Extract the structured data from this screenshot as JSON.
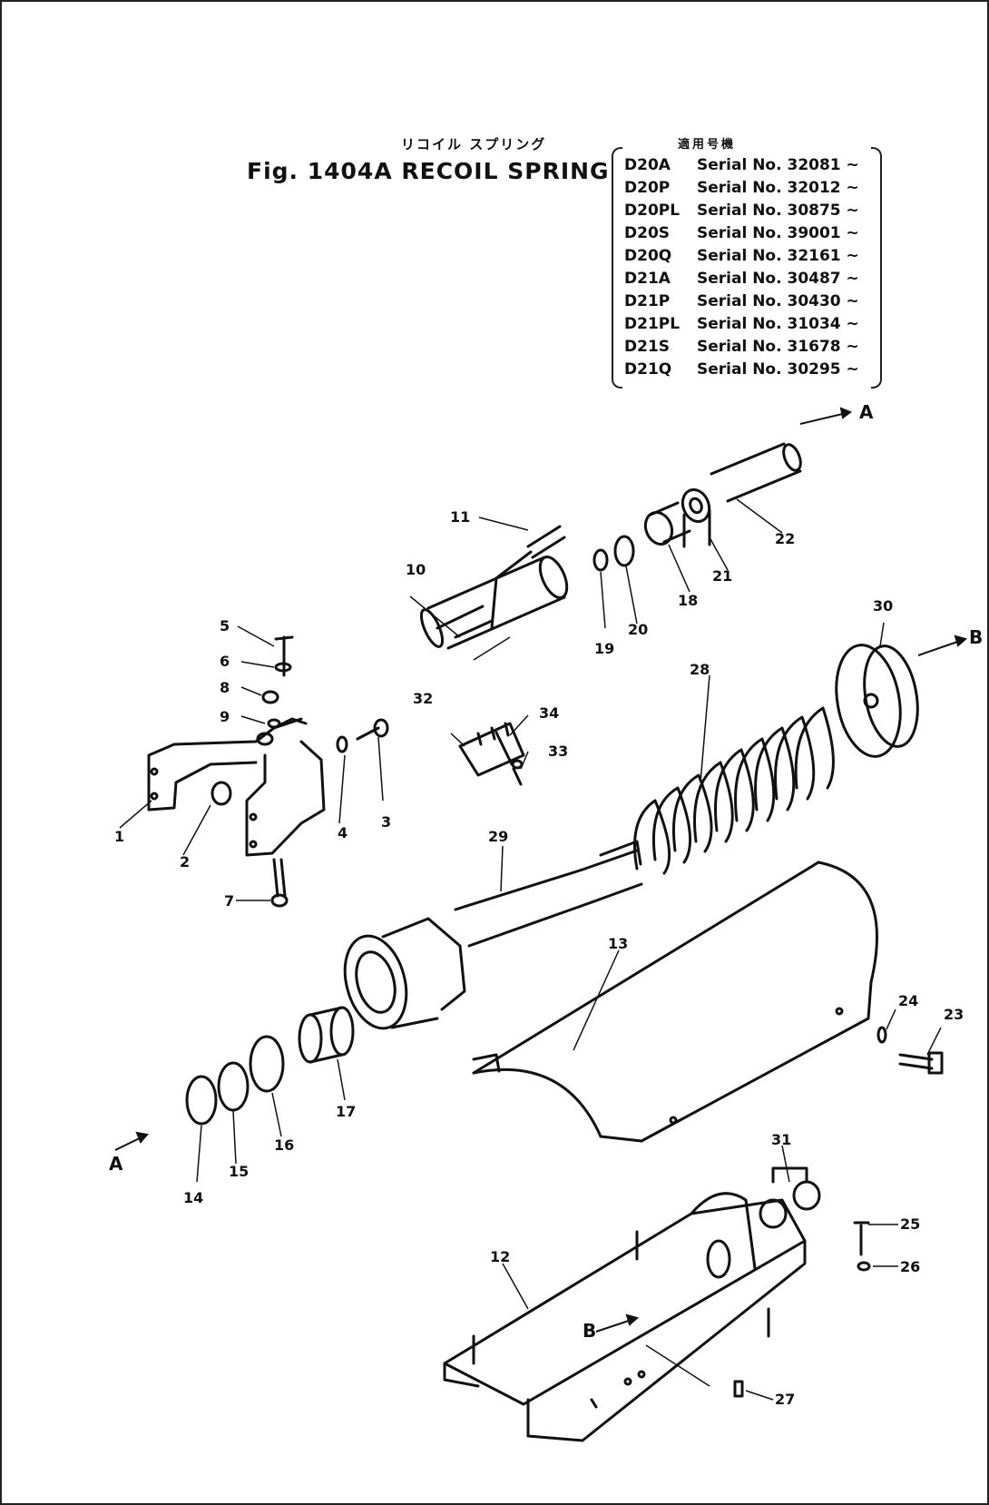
{
  "title_jp": "リコイル スプリング",
  "figure_title": "Fig. 1404A  RECOIL SPRING",
  "applicability_header": "適用号機",
  "applicability": [
    {
      "model": "D20A",
      "serial": "Serial No. 32081 ~"
    },
    {
      "model": "D20P",
      "serial": "Serial No. 32012 ~"
    },
    {
      "model": "D20PL",
      "serial": "Serial No. 30875 ~"
    },
    {
      "model": "D20S",
      "serial": "Serial No. 39001 ~"
    },
    {
      "model": "D20Q",
      "serial": "Serial No. 32161 ~"
    },
    {
      "model": "D21A",
      "serial": "Serial No. 30487 ~"
    },
    {
      "model": "D21P",
      "serial": "Serial No. 30430 ~"
    },
    {
      "model": "D21PL",
      "serial": "Serial No. 31034 ~"
    },
    {
      "model": "D21S",
      "serial": "Serial No. 31678 ~"
    },
    {
      "model": "D21Q",
      "serial": "Serial No. 30295 ~"
    }
  ],
  "callouts": {
    "p1": "1",
    "p2": "2",
    "p3": "3",
    "p4": "4",
    "p5": "5",
    "p6": "6",
    "p7": "7",
    "p8": "8",
    "p9": "9",
    "p10": "10",
    "p11": "11",
    "p12": "12",
    "p13": "13",
    "p14": "14",
    "p15": "15",
    "p16": "16",
    "p17": "17",
    "p18": "18",
    "p19": "19",
    "p20": "20",
    "p21": "21",
    "p22": "22",
    "p23": "23",
    "p24": "24",
    "p25": "25",
    "p26": "26",
    "p27": "27",
    "p28": "28",
    "p29": "29",
    "p30": "30",
    "p31": "31",
    "p32": "32",
    "p33": "33",
    "p34": "34"
  },
  "arrow_labels": {
    "a_top": "A",
    "a_bottom": "A",
    "b_right": "B",
    "b_guard": "B"
  }
}
